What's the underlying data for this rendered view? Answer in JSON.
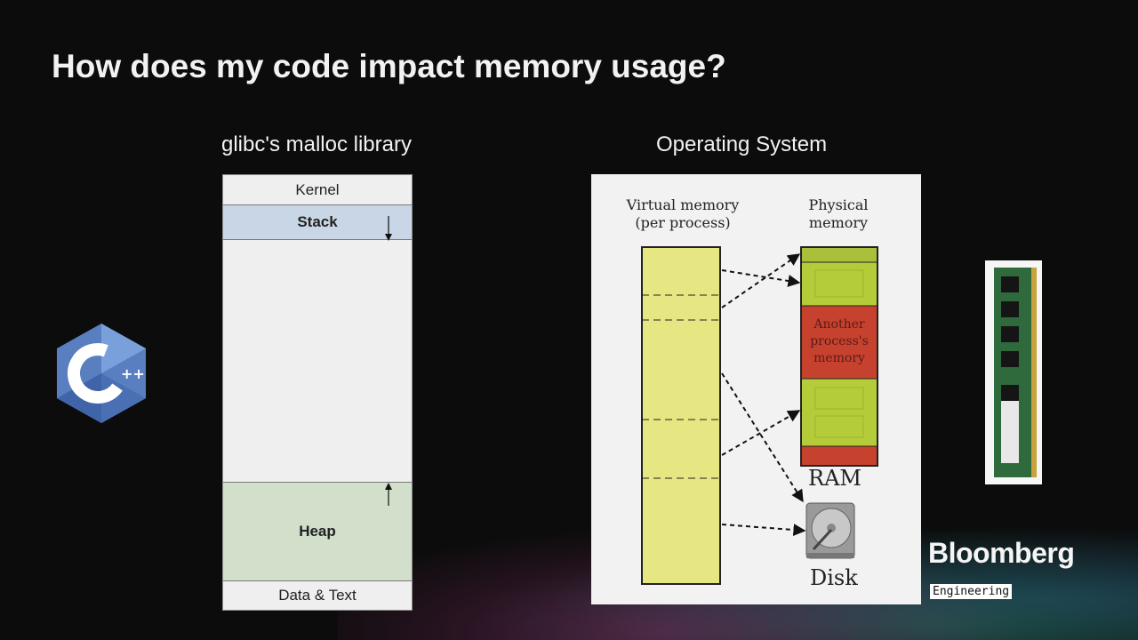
{
  "slide": {
    "title": "How does my code impact memory usage?"
  },
  "malloc": {
    "heading": "glibc's malloc library",
    "segments": {
      "kernel": "Kernel",
      "stack": "Stack",
      "heap": "Heap",
      "data": "Data & Text"
    }
  },
  "os": {
    "heading": "Operating System",
    "diagram": {
      "virtual_label_1": "Virtual memory",
      "virtual_label_2": "(per process)",
      "physical_label_1": "Physical",
      "physical_label_2": "memory",
      "another_1": "Another",
      "another_2": "process's",
      "another_3": "memory",
      "ram_label": "RAM",
      "disk_label": "Disk"
    }
  },
  "branding": {
    "name": "Bloomberg",
    "sub": "Engineering"
  },
  "icons": [
    "cpp-logo-icon",
    "ram-module-icon",
    "hard-disk-icon"
  ],
  "colors": {
    "background": "#0c0c0c",
    "stack": "#c9d6e6",
    "heap": "#d1dfcb",
    "virtual_memory": "#e6e683",
    "ram_green": "#b5cc3a",
    "ram_red": "#c7422e",
    "cpp_blue": "#5a7fc1"
  }
}
